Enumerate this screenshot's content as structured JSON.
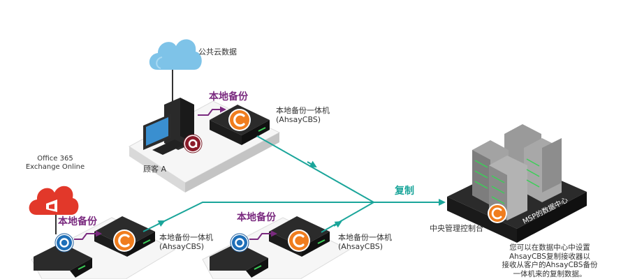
{
  "cloud_public": {
    "label": "公共云数据"
  },
  "office": {
    "line1": "Office 365",
    "line2": "Exchange Online"
  },
  "customer_a": {
    "label": "顾客 A"
  },
  "local_backup_label": "本地备份",
  "appliance": {
    "line1": "本地备份一体机",
    "line2": "(AhsayCBS)"
  },
  "replication": {
    "label": "复制"
  },
  "central_console": {
    "label": "中央管理控制台"
  },
  "msp_datacenter": {
    "label": "MSP的数据中心"
  },
  "description": {
    "line1": "您可以在数据中心中设置",
    "line2": "AhsayCBS复制接收器以",
    "line3": "接收从客户的AhsayCBS备份",
    "line4": "一体机来的复制数据。"
  },
  "colors": {
    "teal": "#1aa59a",
    "purple": "#7a2a7f",
    "ahsay_orange": "#f07d1e",
    "cloud_blue": "#7ec3e8",
    "office_red": "#e2382a"
  },
  "icons": [
    "cloud-icon",
    "office365-icon",
    "ahsay-c-icon",
    "ahsay-a-icon",
    "ahsay-client-icon",
    "server-rack-icon"
  ]
}
